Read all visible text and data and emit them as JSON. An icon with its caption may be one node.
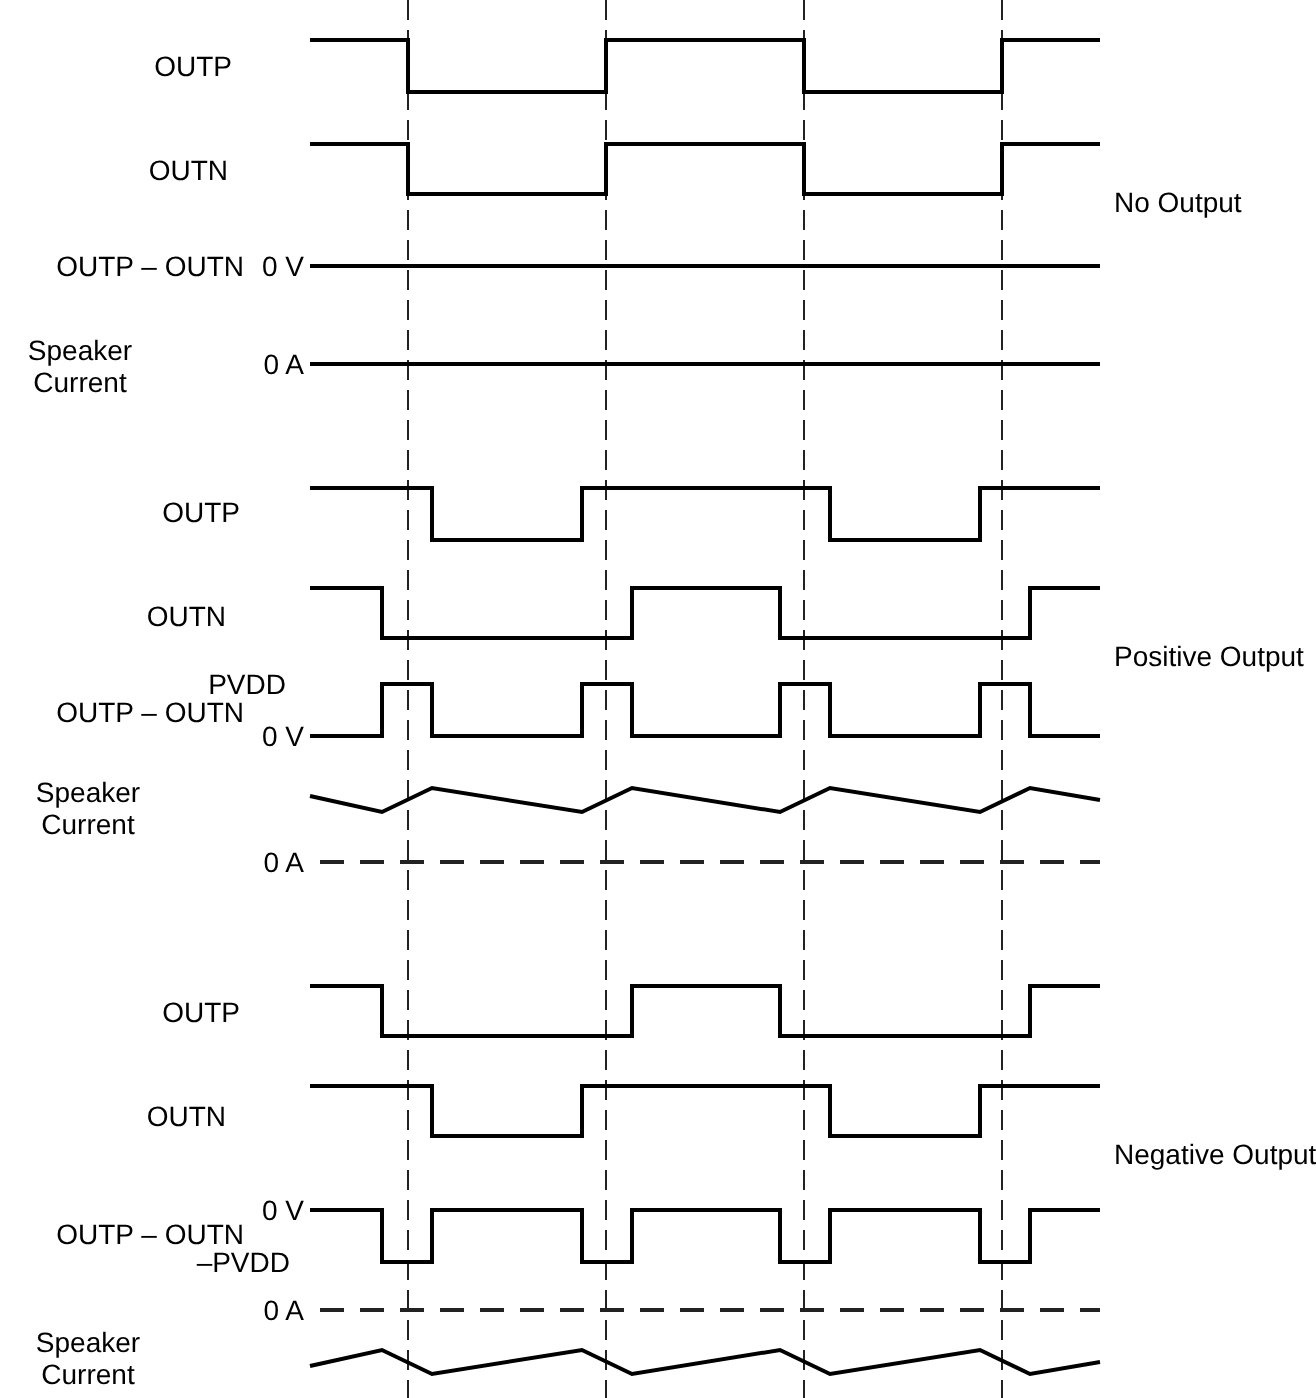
{
  "diagram": {
    "labels": [
      "OUTP",
      "OUTN",
      "No Output",
      "OUTP – OUTN",
      "0 V",
      "Speaker Current",
      "0 A",
      "OUTP",
      "OUTN",
      "Positive Output",
      "PVDD",
      "OUTP – OUTN",
      "0 V",
      "Speaker Current",
      "0 A",
      "OUTP",
      "OUTN",
      "Negative Output",
      "0 V",
      "OUTP – OUTN",
      "–PVDD",
      "0 A",
      "Speaker Current"
    ]
  }
}
